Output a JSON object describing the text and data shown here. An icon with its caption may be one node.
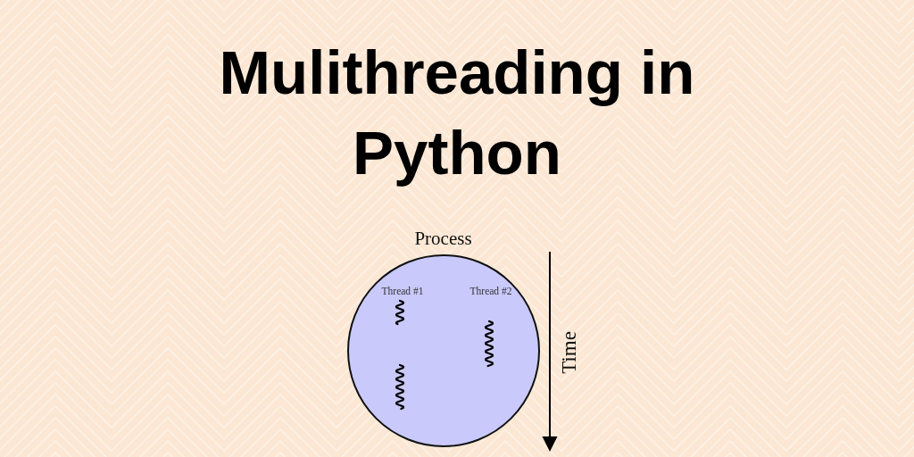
{
  "diagram": {
    "title": "Mulithreading in Python",
    "nodes": [
      {
        "text": [
          "Process"
        ]
      }
    ],
    "labels": [
      "Thread #1",
      "Thread #2",
      "Time"
    ]
  }
}
